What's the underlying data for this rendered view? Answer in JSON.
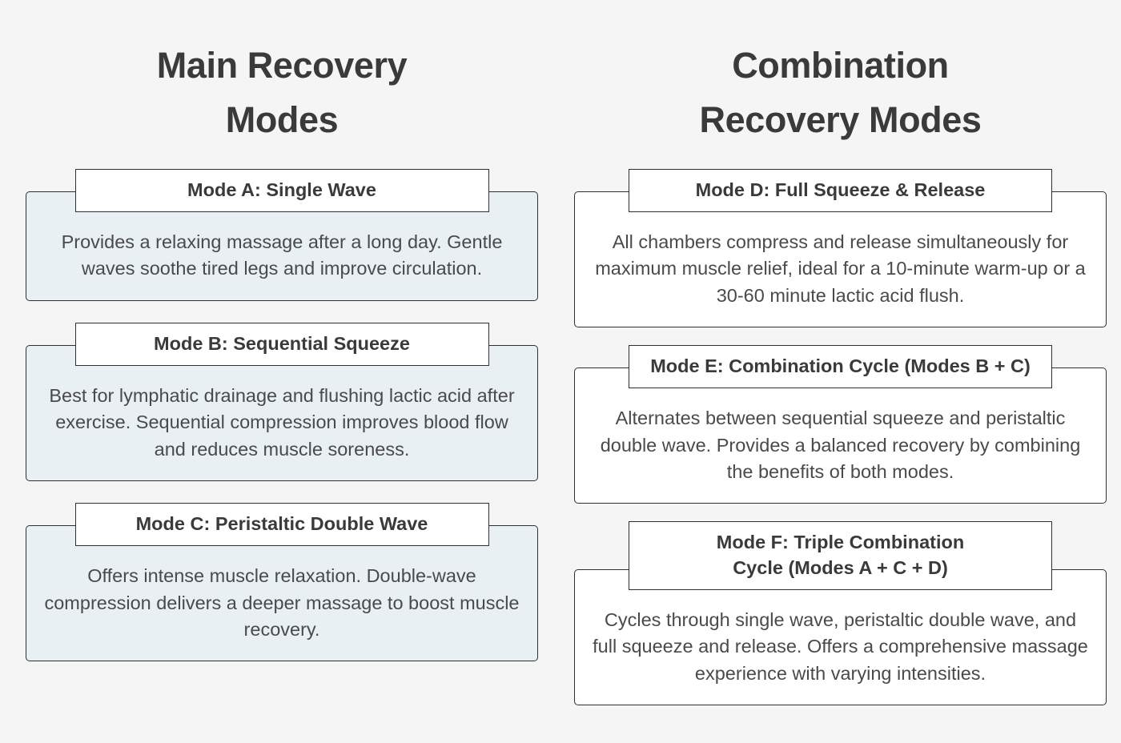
{
  "palette": {
    "page_background": "#f5f5f5",
    "tinted_card_background": "#e8f0f4",
    "plain_card_background": "#ffffff",
    "border": "#2b2f36",
    "heading_text": "#3a3a3a",
    "body_text": "#4a4a4a"
  },
  "columns": [
    {
      "heading": "Main Recovery\nModes",
      "cards": [
        {
          "title": "Mode A: Single Wave",
          "description": "Provides a relaxing massage after a long day. Gentle waves soothe tired legs and improve circulation."
        },
        {
          "title": "Mode B: Sequential Squeeze",
          "description": "Best for lymphatic drainage and flushing lactic acid after exercise. Sequential compression improves blood flow and reduces muscle soreness."
        },
        {
          "title": "Mode C: Peristaltic Double Wave",
          "description": "Offers intense muscle relaxation. Double-wave compression delivers a deeper massage to boost muscle recovery."
        }
      ]
    },
    {
      "heading": "Combination\nRecovery Modes",
      "cards": [
        {
          "title": "Mode D: Full Squeeze & Release",
          "description": "All chambers compress and release simultaneously for maximum muscle relief, ideal for a 10-minute warm-up or a 30-60 minute lactic acid flush."
        },
        {
          "title": "Mode E: Combination Cycle (Modes B + C)",
          "description": "Alternates between sequential squeeze and peristaltic double wave. Provides a balanced recovery by combining the benefits of both modes."
        },
        {
          "title": "Mode F: Triple Combination\nCycle (Modes A + C + D)",
          "description": "Cycles through single wave, peristaltic double wave, and full squeeze and release. Offers a comprehensive massage experience with varying intensities."
        }
      ]
    }
  ]
}
